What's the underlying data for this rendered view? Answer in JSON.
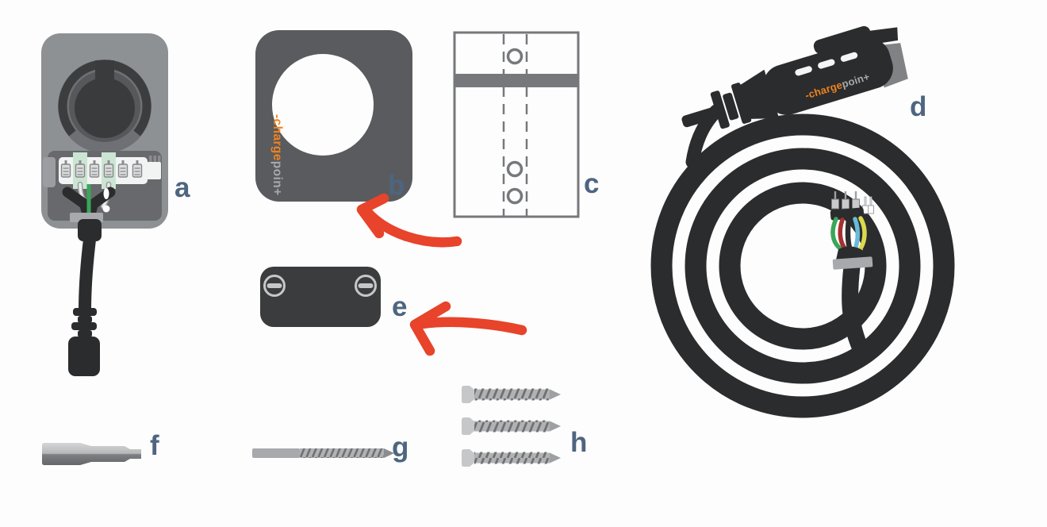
{
  "figure": {
    "kind": "parts-diagram"
  },
  "labels": {
    "a": "a",
    "b": "b",
    "c": "c",
    "d": "d",
    "e": "e",
    "f": "f",
    "g": "g",
    "h": "h"
  },
  "brand": {
    "wordmark_prefix": "-charge",
    "wordmark_suffix": "poin+"
  },
  "parts": [
    {
      "key": "a",
      "label": "a",
      "item": "charging-station-back-with-terminal-block-and-power-cable"
    },
    {
      "key": "b",
      "label": "b",
      "item": "front-faceplate-with-round-opening"
    },
    {
      "key": "c",
      "label": "c",
      "item": "wall-mounting-template"
    },
    {
      "key": "d",
      "label": "d",
      "item": "coiled-charging-cable-with-connector-handle"
    },
    {
      "key": "e",
      "label": "e",
      "item": "access-cover-plate-with-two-screws"
    },
    {
      "key": "f",
      "label": "f",
      "item": "stepped-hex-bit"
    },
    {
      "key": "g",
      "label": "g",
      "item": "long-drill-bit"
    },
    {
      "key": "h",
      "label": "h",
      "item": "mounting-screws",
      "count": "3"
    }
  ],
  "arrows": [
    {
      "points_to": "b",
      "color": "#e8432b"
    },
    {
      "points_to": "e",
      "color": "#e8432b"
    }
  ],
  "colors": {
    "label_text": "#4e6580",
    "arrow_red": "#e8432b",
    "brand_orange": "#f0831e",
    "brand_gray": "#a7a9ac",
    "housing_gray": "#8e9194",
    "faceplate_gray": "#5a5b5e",
    "cable_black": "#2b2c2e",
    "template_outline": "#76787b",
    "wire_green": "#3aa65a",
    "wire_red": "#a63030",
    "wire_black": "#2b2c2e",
    "wire_blue": "#68bbd9",
    "wire_yellow": "#ddd94f"
  }
}
